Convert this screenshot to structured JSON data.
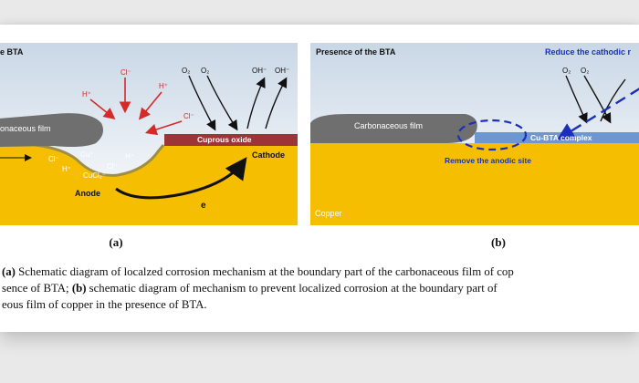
{
  "panel_a": {
    "title": "e BTA",
    "ions": {
      "cl_1": "Cl⁻",
      "h_1": "H⁺",
      "h_2": "H⁺",
      "cl_2": "Cl⁻",
      "cl_3": "Cl⁻",
      "cu": "Cu⁺",
      "h_3": "H⁺",
      "cl_4": "Cl⁻",
      "h_4": "H⁺",
      "cucl2": "CuCl₂⁻"
    },
    "o2_1": "O₂",
    "o2_2": "O₂",
    "oh_1": "OH⁻",
    "oh_2": "OH⁻",
    "film_label": "onaceous film",
    "oxide_label": "Cuprous oxide",
    "cathode_label": "Cathode",
    "anode_label": "Anode",
    "electron_label": "e",
    "caption": "(a)"
  },
  "panel_b": {
    "title": "Presence of the BTA",
    "reduce_label": "Reduce the cathodic r",
    "o2_1": "O₂",
    "o2_2": "O₂",
    "film_label": "Carbonaceous film",
    "complex_label": "Cu-BTA complex",
    "remove_label": "Remove the anodic site",
    "copper_label": "Copper",
    "caption": "(b)"
  },
  "figure_caption": {
    "line1_bold": "(a)",
    "line1": " Schematic diagram of localzed corrosion mechanism at the boundary part of the carbonaceous film of cop",
    "line2_pre": "sence of BTA; ",
    "line2_bold": "(b)",
    "line2": " schematic diagram of mechanism to prevent localized corrosion at the boundary part of",
    "line3": "eous film of copper in the presence of BTA."
  },
  "colors": {
    "copper": "#f5be00",
    "background_gradient_top": "#c9d7e6",
    "film": "#6f6f6f",
    "oxide": "#9c3537",
    "complex": "#6e97cf",
    "red_arrow": "#d42a2a",
    "blue_label": "#1c2fb8"
  }
}
